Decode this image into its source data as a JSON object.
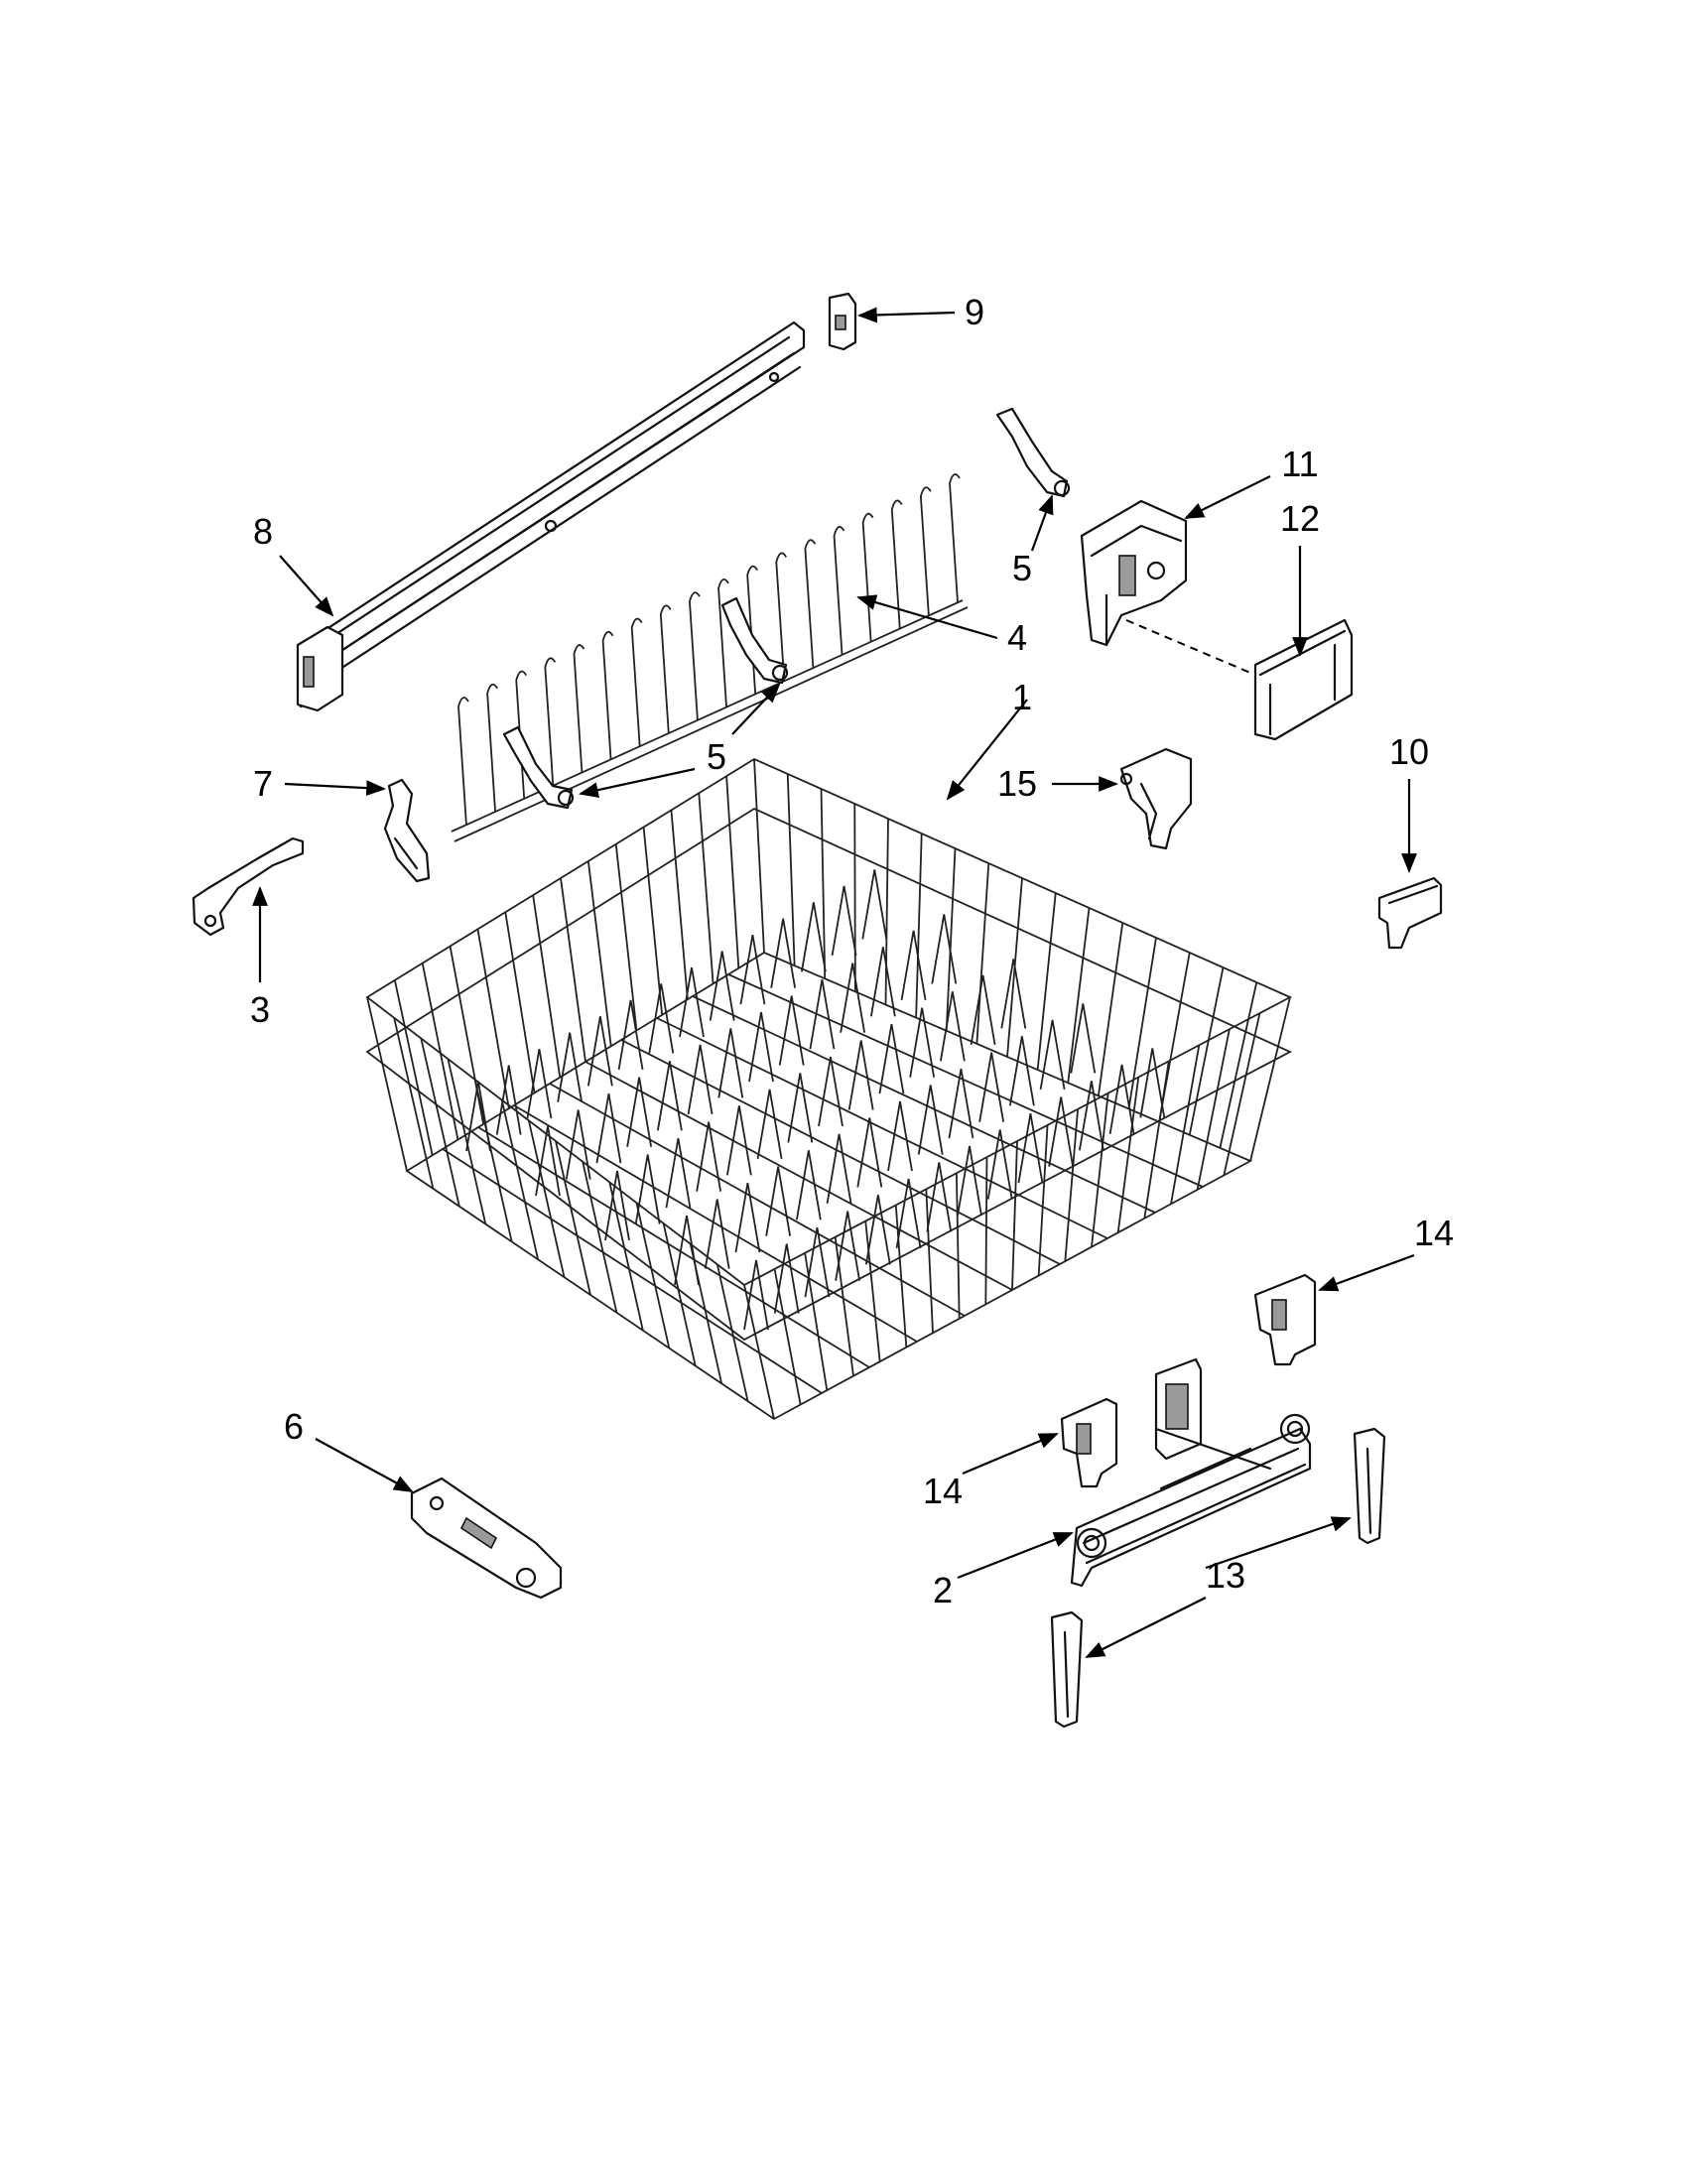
{
  "diagram": {
    "callouts": [
      {
        "id": "c1",
        "text": "1",
        "part": "upper-rack"
      },
      {
        "id": "c2",
        "text": "2",
        "part": "rack-adjuster-assembly"
      },
      {
        "id": "c3",
        "text": "3",
        "part": "latch-lever"
      },
      {
        "id": "c4",
        "text": "4",
        "part": "tine-row"
      },
      {
        "id": "c5a",
        "text": "5",
        "part": "tine-clip-top"
      },
      {
        "id": "c5b",
        "text": "5",
        "part": "tine-clip-middle"
      },
      {
        "id": "c5c",
        "text": "5",
        "part": "tine-clip-left"
      },
      {
        "id": "c6",
        "text": "6",
        "part": "rail-end-cap"
      },
      {
        "id": "c7",
        "text": "7",
        "part": "clip-left"
      },
      {
        "id": "c8",
        "text": "8",
        "part": "rack-rail"
      },
      {
        "id": "c9",
        "text": "9",
        "part": "rail-stop"
      },
      {
        "id": "c10",
        "text": "10",
        "part": "small-clip"
      },
      {
        "id": "c11",
        "text": "11",
        "part": "adjuster-housing"
      },
      {
        "id": "c12",
        "text": "12",
        "part": "adjuster-cover"
      },
      {
        "id": "c13a",
        "text": "13",
        "part": "arm-right"
      },
      {
        "id": "c13b",
        "text": "13",
        "part": "arm-left"
      },
      {
        "id": "c14a",
        "text": "14",
        "part": "bracket-right"
      },
      {
        "id": "c14b",
        "text": "14",
        "part": "bracket-left"
      },
      {
        "id": "c15",
        "text": "15",
        "part": "hook-clip"
      }
    ]
  }
}
